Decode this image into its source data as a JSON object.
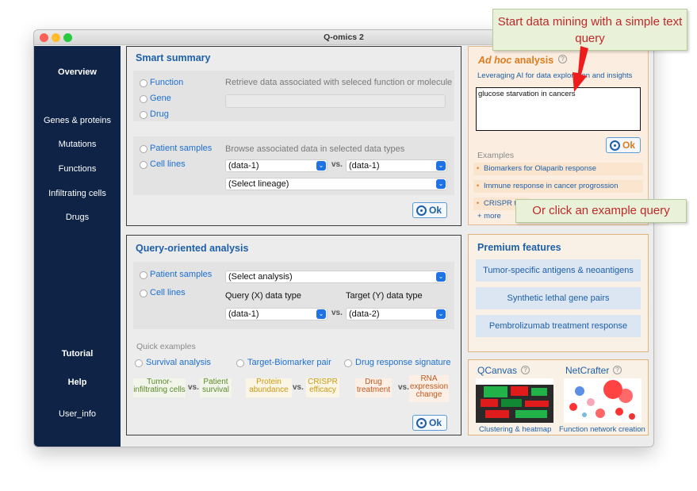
{
  "window": {
    "title": "Q-omics 2"
  },
  "sidebar": {
    "items": [
      {
        "label": "Overview"
      },
      {
        "label": "Genes & proteins"
      },
      {
        "label": "Mutations"
      },
      {
        "label": "Functions"
      },
      {
        "label": "Infiltrating cells"
      },
      {
        "label": "Drugs"
      },
      {
        "label": "Tutorial"
      },
      {
        "label": "Help"
      },
      {
        "label": "User_info"
      }
    ]
  },
  "smart_summary": {
    "title": "Smart summary",
    "options1": [
      "Function",
      "Gene",
      "Drug"
    ],
    "hint1": "Retrieve data associated with seleced function or molecule",
    "options2": [
      "Patient samples",
      "Cell lines"
    ],
    "hint2": "Browse associated data in selected data types",
    "data_a": "(data-1)",
    "vs": "vs.",
    "data_b": "(data-1)",
    "lineage": "(Select lineage)",
    "ok": "Ok"
  },
  "query_analysis": {
    "title": "Query-oriented analysis",
    "options": [
      "Patient samples",
      "Cell lines"
    ],
    "analysis": "(Select analysis)",
    "x_label": "Query (X) data type",
    "y_label": "Target (Y) data type",
    "x_value": "(data-1)",
    "vs": "vs.",
    "y_value": "(data-2)",
    "quick_title": "Quick examples",
    "quick": [
      {
        "label": "Survival analysis",
        "a": "Tumor-\ninfiltrating cells",
        "b": "Patient\nsurvival"
      },
      {
        "label": "Target-Biomarker pair",
        "a": "Protein\nabundance",
        "b": "CRISPR\nefficacy"
      },
      {
        "label": "Drug response signature",
        "a": "Drug\ntreatment",
        "b": "RNA\nexpression\nchange"
      }
    ],
    "ok": "Ok"
  },
  "adhoc": {
    "title_italic": "Ad hoc",
    "title_rest": "analysis",
    "subtitle": "Leveraging AI for data exploration and insights",
    "query": "glucose starvation in cancers",
    "ok": "Ok",
    "examples_title": "Examples",
    "examples": [
      "Biomarkers for Olaparib response",
      "Immune response in cancer progrossion",
      "CRISPR t"
    ],
    "more": "+ more"
  },
  "premium": {
    "title": "Premium features",
    "items": [
      "Tumor-specific antigens & neoantigens",
      "Synthetic lethal gene pairs",
      "Pembrolizumab treatment response"
    ]
  },
  "tools": {
    "qcanvas": {
      "title": "QCanvas",
      "caption": "Clustering & heatmap"
    },
    "netcrafter": {
      "title": "NetCrafter",
      "caption": "Function network creation"
    }
  },
  "callouts": {
    "top": "Start data mining with a simple text query",
    "bottom": "Or click an example query"
  },
  "colors": {
    "sidebar": "#0f2347",
    "accent": "#1d5fa8",
    "adhoc_orange": "#e07b1f",
    "callout_red": "#c0282b"
  }
}
